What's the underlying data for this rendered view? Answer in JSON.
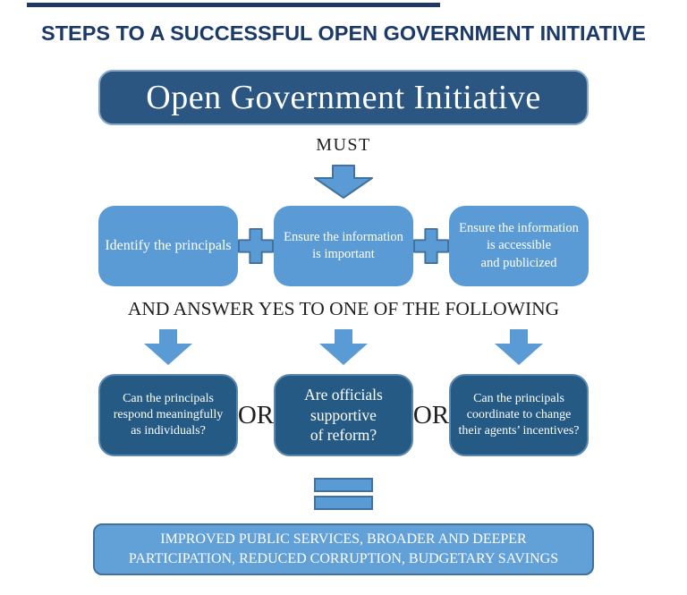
{
  "title": "STEPS TO A SUCCESSFUL OPEN GOVERNMENT INITIATIVE",
  "banner": {
    "label": "Open Government Initiative"
  },
  "connectors": {
    "must": "MUST",
    "and_answer": "AND ANSWER YES TO ONE OF THE FOLLOWING",
    "or": "OR"
  },
  "requirements": [
    "Identify the principals",
    "Ensure the information is important",
    "Ensure the information is accessible and publicized"
  ],
  "questions": [
    "Can the principals respond meaningfully as individuals?",
    "Are officials supportive of reform?",
    "Can the principals coordinate to change their agents’ incentives?"
  ],
  "outcome": "IMPROVED PUBLIC SERVICES, BROADER AND DEEPER PARTICIPATION, REDUCED CORRUPTION, BUDGETARY SAVINGS",
  "icons": {
    "down_arrow": "down-arrow-icon",
    "plus": "plus-icon",
    "equals": "equals-icon"
  },
  "colors": {
    "title_navy": "#1b3a68",
    "banner_bg": "#2a5681",
    "box_blue": "#5b9bd5",
    "box_dark_blue": "#255a85",
    "outcome_blue": "#62a0d8",
    "shape_stroke": "#41719c",
    "text_light": "#ffffff",
    "text_dark": "#1f1f1f"
  }
}
